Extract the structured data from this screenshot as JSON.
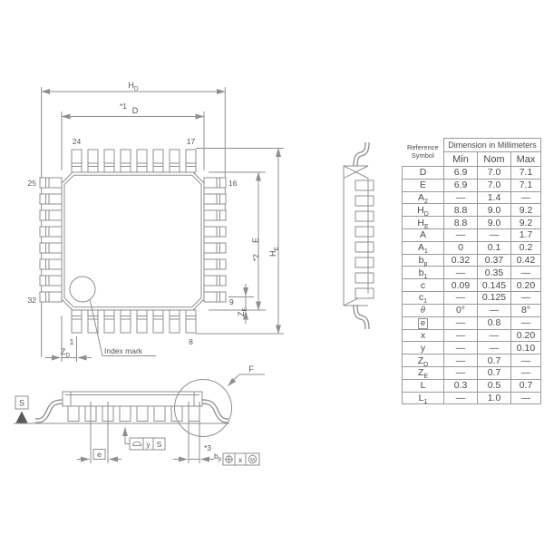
{
  "table": {
    "ref_line1": "Reference",
    "ref_line2": "Symbol",
    "dim_title": "Dimension in Millimeters",
    "col_min": "Min",
    "col_nom": "Nom",
    "col_max": "Max",
    "rows": [
      {
        "sym": "D",
        "sub": "",
        "min": "6.9",
        "nom": "7.0",
        "max": "7.1"
      },
      {
        "sym": "E",
        "sub": "",
        "min": "6.9",
        "nom": "7.0",
        "max": "7.1"
      },
      {
        "sym": "A",
        "sub": "2",
        "min": "—",
        "nom": "1.4",
        "max": "—"
      },
      {
        "sym": "H",
        "sub": "D",
        "min": "8.8",
        "nom": "9.0",
        "max": "9.2"
      },
      {
        "sym": "H",
        "sub": "E",
        "min": "8.8",
        "nom": "9.0",
        "max": "9.2"
      },
      {
        "sym": "A",
        "sub": "",
        "min": "—",
        "nom": "—",
        "max": "1.7"
      },
      {
        "sym": "A",
        "sub": "1",
        "min": "0",
        "nom": "0.1",
        "max": "0.2"
      },
      {
        "sym": "b",
        "sub": "p",
        "min": "0.32",
        "nom": "0.37",
        "max": "0.42"
      },
      {
        "sym": "b",
        "sub": "1",
        "min": "—",
        "nom": "0.35",
        "max": "—"
      },
      {
        "sym": "c",
        "sub": "",
        "min": "0.09",
        "nom": "0.145",
        "max": "0.20"
      },
      {
        "sym": "c",
        "sub": "1",
        "min": "—",
        "nom": "0.125",
        "max": "—"
      },
      {
        "sym": "θ",
        "sub": "",
        "min": "0°",
        "nom": "—",
        "max": "8°"
      },
      {
        "sym": "e",
        "sub": "",
        "min": "—",
        "nom": "0.8",
        "max": "—"
      },
      {
        "sym": "x",
        "sub": "",
        "min": "—",
        "nom": "—",
        "max": "0.20"
      },
      {
        "sym": "y",
        "sub": "",
        "min": "—",
        "nom": "—",
        "max": "0.10"
      },
      {
        "sym": "Z",
        "sub": "D",
        "min": "—",
        "nom": "0.7",
        "max": "—"
      },
      {
        "sym": "Z",
        "sub": "E",
        "min": "—",
        "nom": "0.7",
        "max": "—"
      },
      {
        "sym": "L",
        "sub": "",
        "min": "0.3",
        "nom": "0.5",
        "max": "0.7"
      },
      {
        "sym": "L",
        "sub": "1",
        "min": "—",
        "nom": "1.0",
        "max": "—"
      }
    ]
  },
  "top_view": {
    "hd_m": "H",
    "hd_s": "D",
    "d_note": "*1",
    "d": "D",
    "e_note": "*2",
    "e": "E",
    "he_m": "H",
    "he_s": "E",
    "zd_m": "Z",
    "zd_s": "D",
    "ze_m": "Z",
    "ze_s": "E",
    "pin_24": "24",
    "pin_17": "17",
    "pin_25": "25",
    "pin_16": "16",
    "pin_32": "32",
    "pin_9": "9",
    "pin_1": "1",
    "pin_8": "8",
    "index_mark": "Index mark"
  },
  "bottom_view": {
    "datum": "S",
    "f": "F",
    "fl_tol": "y",
    "fl_datum": "S",
    "e_box": "e",
    "note3": "*3",
    "bp_m": "b",
    "bp_s": "p",
    "pos_tol": "x",
    "pos_mod": "M"
  }
}
